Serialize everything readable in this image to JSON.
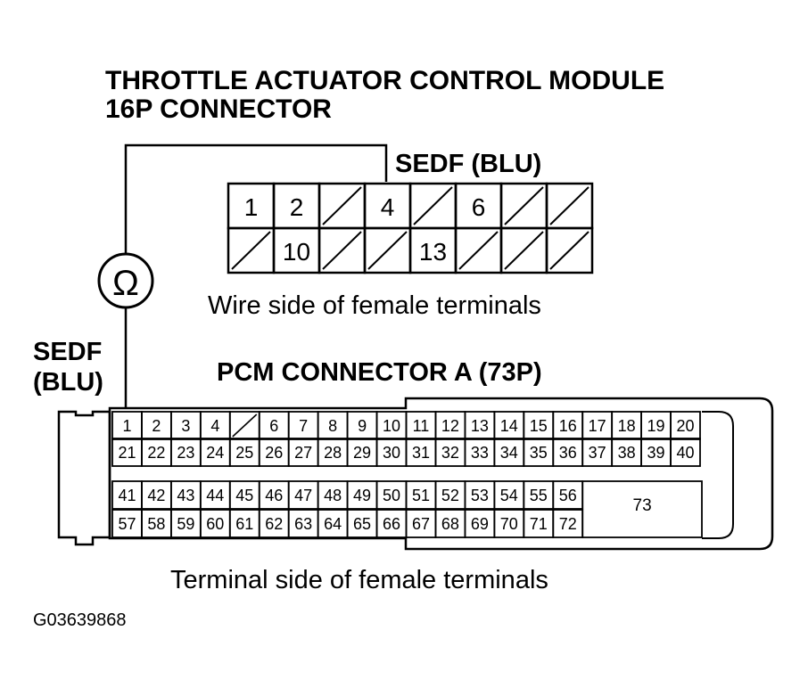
{
  "title": {
    "line1": "THROTTLE ACTUATOR CONTROL MODULE",
    "line2": "16P CONNECTOR"
  },
  "tacm_connector": {
    "wire_label": "SEDF (BLU)",
    "caption": "Wire side of female terminals",
    "rows": [
      [
        "1",
        "2",
        "",
        "4",
        "",
        "6",
        "",
        ""
      ],
      [
        "",
        "10",
        "",
        "",
        "13",
        "",
        "",
        ""
      ]
    ]
  },
  "meter": {
    "symbol": "Ω",
    "icon": "ohmmeter-icon"
  },
  "pcm_wire_label": {
    "line1": "SEDF",
    "line2": "(BLU)"
  },
  "pcm_connector": {
    "title": "PCM CONNECTOR A (73P)",
    "caption": "Terminal side of female terminals",
    "rows": [
      [
        "1",
        "2",
        "3",
        "4",
        "",
        "6",
        "7",
        "8",
        "9",
        "10",
        "11",
        "12",
        "13",
        "14",
        "15",
        "16",
        "17",
        "18",
        "19",
        "20"
      ],
      [
        "21",
        "22",
        "23",
        "24",
        "25",
        "26",
        "27",
        "28",
        "29",
        "30",
        "31",
        "32",
        "33",
        "34",
        "35",
        "36",
        "37",
        "38",
        "39",
        "40"
      ],
      [
        "41",
        "42",
        "43",
        "44",
        "45",
        "46",
        "47",
        "48",
        "49",
        "50",
        "51",
        "52",
        "53",
        "54",
        "55",
        "56"
      ],
      [
        "57",
        "58",
        "59",
        "60",
        "61",
        "62",
        "63",
        "64",
        "65",
        "66",
        "67",
        "68",
        "69",
        "70",
        "71",
        "72"
      ]
    ],
    "big_terminal": "73"
  },
  "figure_id": "G03639868"
}
